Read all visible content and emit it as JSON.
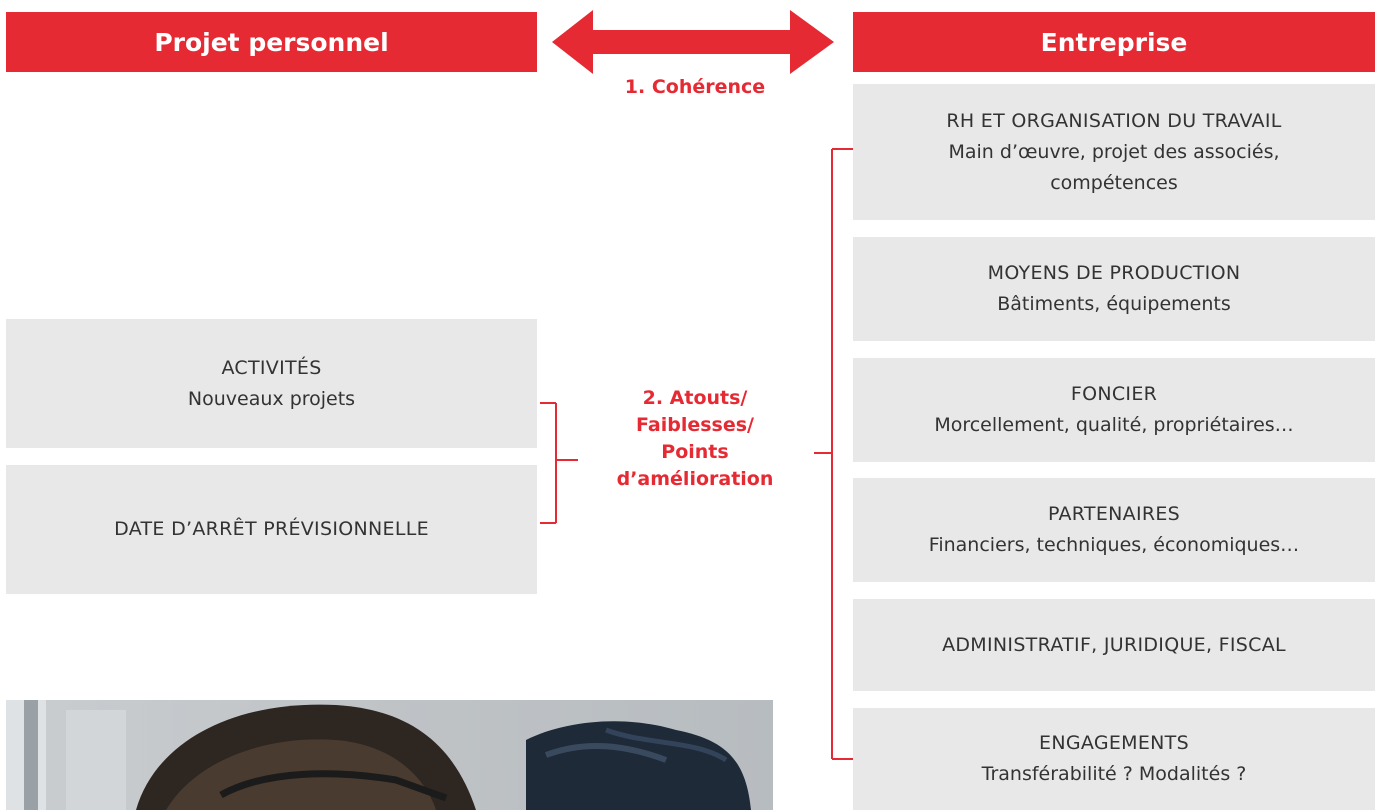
{
  "colors": {
    "accent": "#e52a33",
    "box_background": "#e8e8e8",
    "box_text": "#333333"
  },
  "headers": {
    "left": "Projet personnel",
    "right": "Entreprise"
  },
  "connectors": {
    "coherence": "1. Cohérence",
    "atouts": [
      "2. Atouts/",
      "Faiblesses/",
      "Points",
      "d’amélioration"
    ]
  },
  "left_boxes": [
    {
      "title": "ACTIVITÉS",
      "subtitle": "Nouveaux projets"
    },
    {
      "title": "DATE D’ARRÊT PRÉVISIONNELLE",
      "subtitle": ""
    }
  ],
  "right_boxes": [
    {
      "title": "RH ET ORGANISATION DU TRAVAIL",
      "subtitle_lines": [
        "Main d’œuvre, projet des associés,",
        "compétences"
      ]
    },
    {
      "title": "MOYENS DE PRODUCTION",
      "subtitle_lines": [
        "Bâtiments, équipements"
      ]
    },
    {
      "title": "FONCIER",
      "subtitle_lines": [
        "Morcellement, qualité, propriétaires…"
      ]
    },
    {
      "title": "PARTENAIRES",
      "subtitle_lines": [
        "Financiers, techniques, économiques…"
      ]
    },
    {
      "title": "ADMINISTRATIF, JURIDIQUE, FISCAL",
      "subtitle_lines": []
    },
    {
      "title": "ENGAGEMENTS",
      "subtitle_lines": [
        "Transférabilité ? Modalités ?"
      ]
    }
  ]
}
